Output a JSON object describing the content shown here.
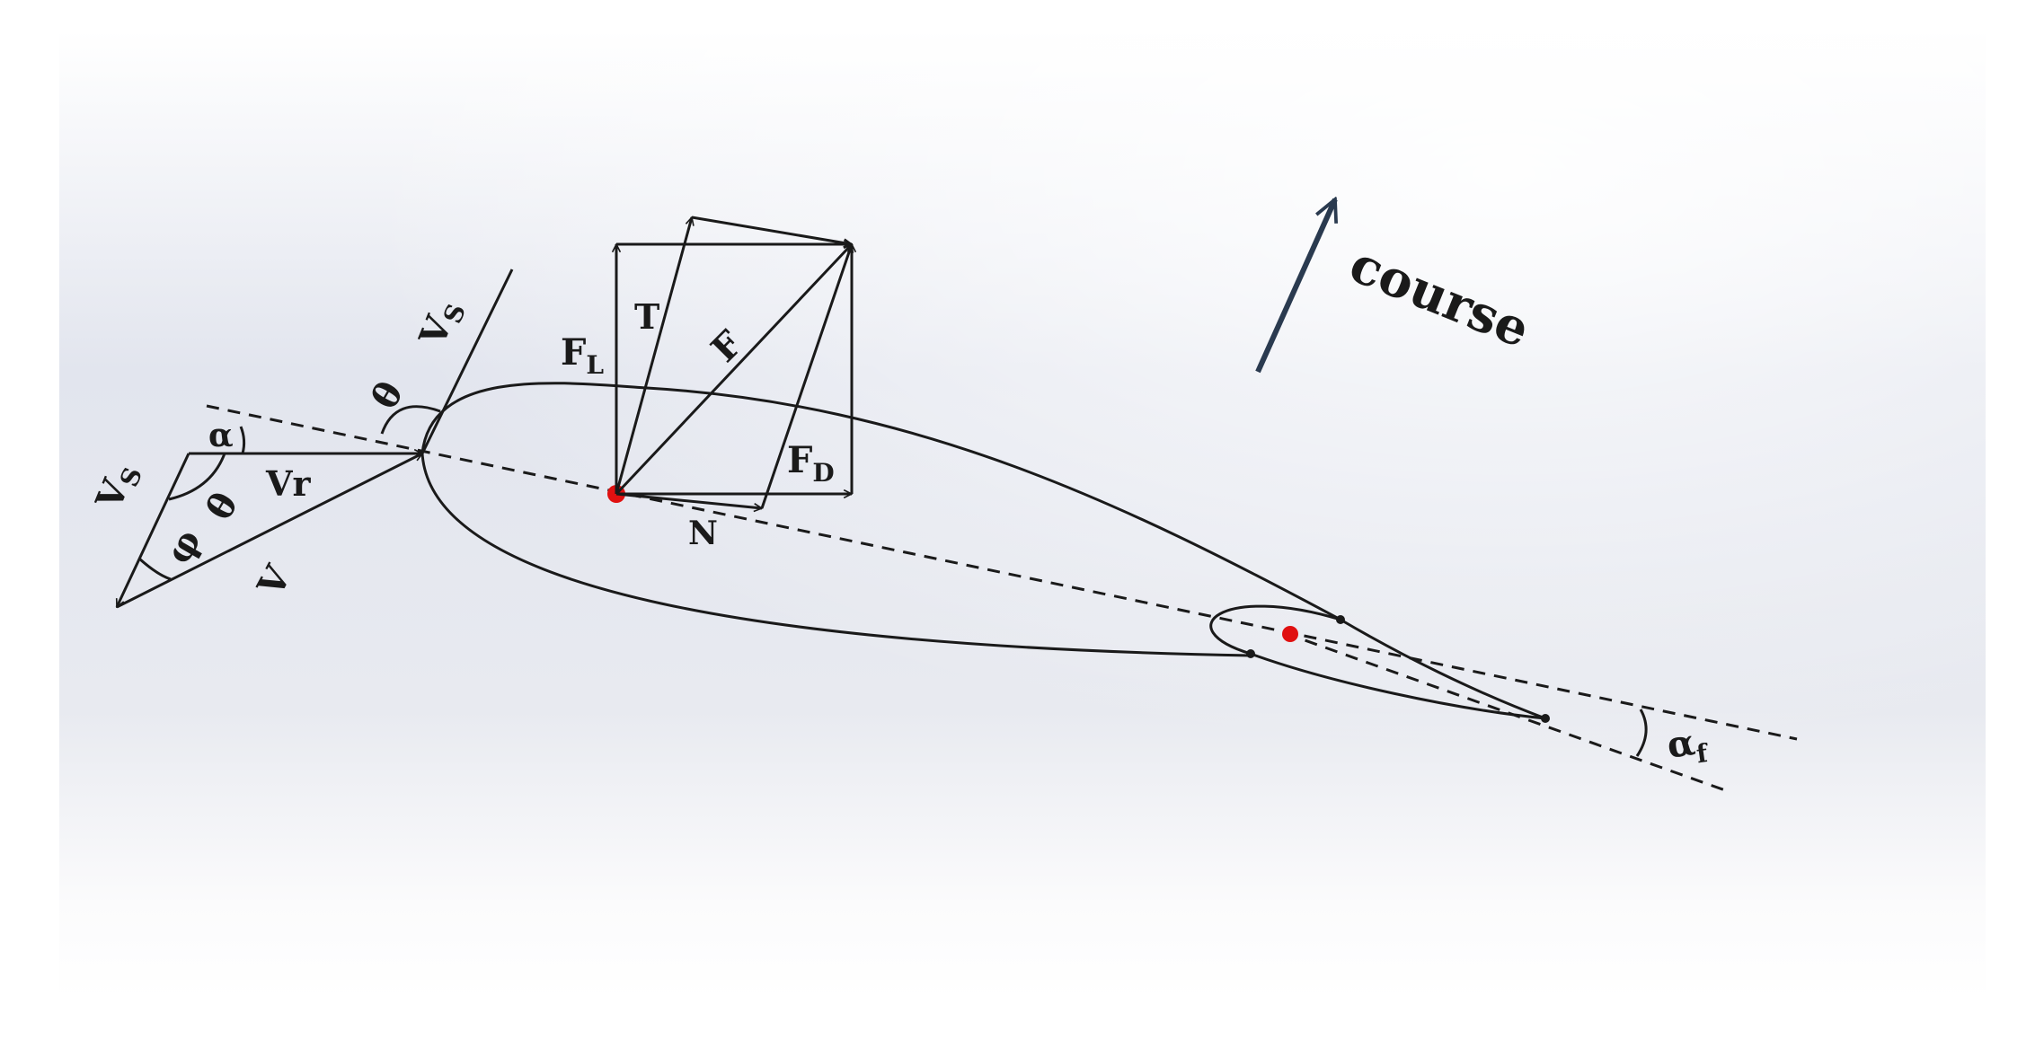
{
  "labels": {
    "vs_left": "V",
    "vs_left_sub": "S",
    "alpha": "α",
    "theta_left": "θ",
    "phi": "φ",
    "vr": "Vr",
    "v": "V",
    "theta_top": "θ",
    "vs_top": "V",
    "vs_top_sub": "S",
    "fl": "F",
    "fl_sub": "L",
    "t": "T",
    "f": "F",
    "fd": "F",
    "fd_sub": "D",
    "n": "N",
    "course": "course",
    "alpha_f": "α",
    "alpha_f_sub": "f"
  },
  "colors": {
    "background_tint": "#dfe2ec",
    "ink": "#1a1a1a",
    "course_arrow": "#2a3a4f",
    "point_marker": "#e01010"
  }
}
